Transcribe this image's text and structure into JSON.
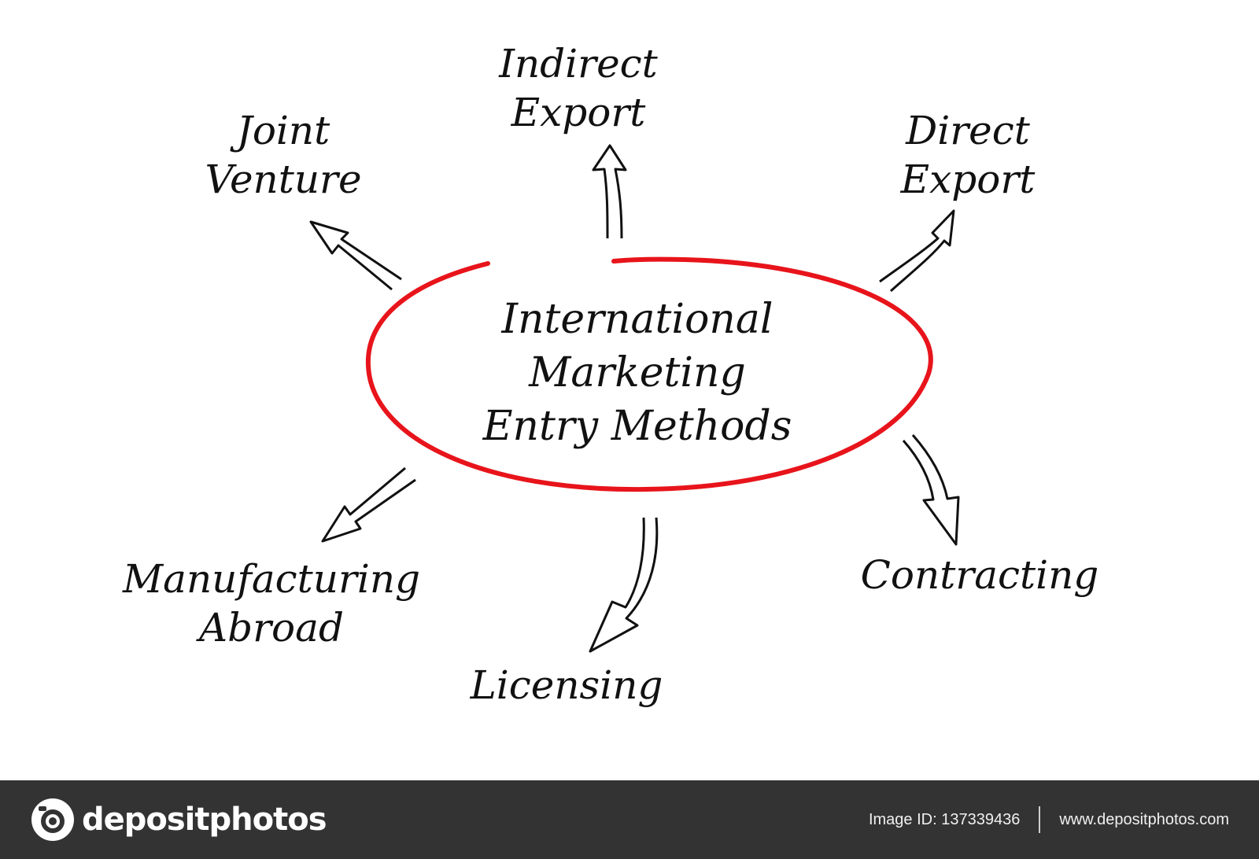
{
  "center": {
    "line1": "International",
    "line2": "Marketing",
    "line3": "Entry Methods"
  },
  "nodes": {
    "indirect_export": {
      "line1": "Indirect",
      "line2": "Export"
    },
    "joint_venture": {
      "line1": "Joint",
      "line2": "Venture"
    },
    "direct_export": {
      "line1": "Direct",
      "line2": "Export"
    },
    "manufacturing_abroad": {
      "line1": "Manufacturing",
      "line2": "Abroad"
    },
    "licensing": {
      "line1": "Licensing"
    },
    "contracting": {
      "line1": "Contracting"
    }
  },
  "colors": {
    "ellipse": "#e8141b",
    "text": "#111111",
    "footer_bg": "#333333"
  },
  "footer": {
    "brand": "depositphotos",
    "image_id": "Image ID: 137339436",
    "url": "www.depositphotos.com"
  }
}
